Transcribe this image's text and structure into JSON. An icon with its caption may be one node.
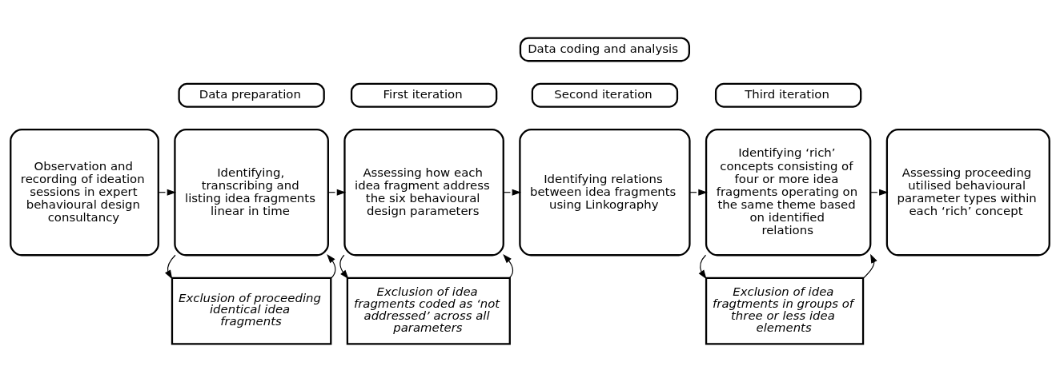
{
  "diagram": {
    "nodes": [
      {
        "text": [
          "Data coding and analysis"
        ]
      },
      {
        "text": [
          "Data preparation"
        ]
      },
      {
        "text": [
          "First iteration"
        ]
      },
      {
        "text": [
          "Second iteration"
        ]
      },
      {
        "text": [
          "Third iteration"
        ]
      },
      {
        "text": [
          "Observation and recording of ideation sessions in expert behavioural design consultancy"
        ]
      },
      {
        "text": [
          "Identifying, transcribing and listing idea fragments linear in time"
        ]
      },
      {
        "text": [
          "Assessing how each idea fragment address the six behavioural design parameters"
        ]
      },
      {
        "text": [
          "Identifying relations between idea fragments using Linkography"
        ]
      },
      {
        "text": [
          "Identifying ‘rich’ concepts consisting of four or more idea fragments operating on the same theme based on identified relations"
        ]
      },
      {
        "text": [
          "Assessing proceeding utilised behavioural parameter types within each ‘rich’ concept"
        ]
      },
      {
        "text": [
          "Exclusion of proceeding identical idea fragments"
        ]
      },
      {
        "text": [
          "Exclusion of idea fragments coded as ‘not addressed’ across all parameters"
        ]
      },
      {
        "text": [
          "Exclusion of idea fragtments in groups of three or less idea elements"
        ]
      }
    ],
    "edges": [
      {
        "from": 5,
        "to": 6,
        "arrow": "to"
      },
      {
        "from": 6,
        "to": 7,
        "arrow": "to"
      },
      {
        "from": 7,
        "to": 8,
        "arrow": "to"
      },
      {
        "from": 8,
        "to": 9,
        "arrow": "to"
      },
      {
        "from": 9,
        "to": 10,
        "arrow": "to"
      },
      {
        "from": 6,
        "to": 11,
        "arrow": "to"
      },
      {
        "from": 11,
        "to": 6,
        "arrow": "to"
      },
      {
        "from": 7,
        "to": 12,
        "arrow": "to"
      },
      {
        "from": 12,
        "to": 7,
        "arrow": "to"
      },
      {
        "from": 9,
        "to": 13,
        "arrow": "to"
      },
      {
        "from": 13,
        "to": 9,
        "arrow": "to"
      }
    ]
  }
}
